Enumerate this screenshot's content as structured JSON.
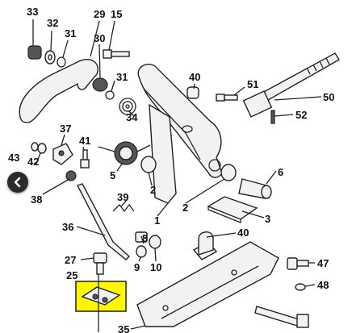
{
  "diagram": {
    "labels": {
      "p33": "33",
      "p32": "32",
      "p31a": "31",
      "p29": "29",
      "p15": "15",
      "p30": "30",
      "p31b": "31",
      "p34": "34",
      "p40a": "40",
      "p51": "51",
      "p50": "50",
      "p52": "52",
      "p37": "37",
      "p41": "41",
      "p43": "43",
      "p42": "42",
      "p38": "38",
      "p5": "5",
      "p2a": "2",
      "p1": "1",
      "p2b": "2",
      "p6": "6",
      "p3": "3",
      "p39": "39",
      "p36": "36",
      "p40b": "40",
      "p8": "8",
      "p27": "27",
      "p9": "9",
      "p10": "10",
      "p25": "25",
      "p47": "47",
      "p48": "48",
      "p35": "35"
    },
    "highlight_color": "#fff700"
  },
  "nav": {
    "icon": "chevron-left-icon"
  }
}
